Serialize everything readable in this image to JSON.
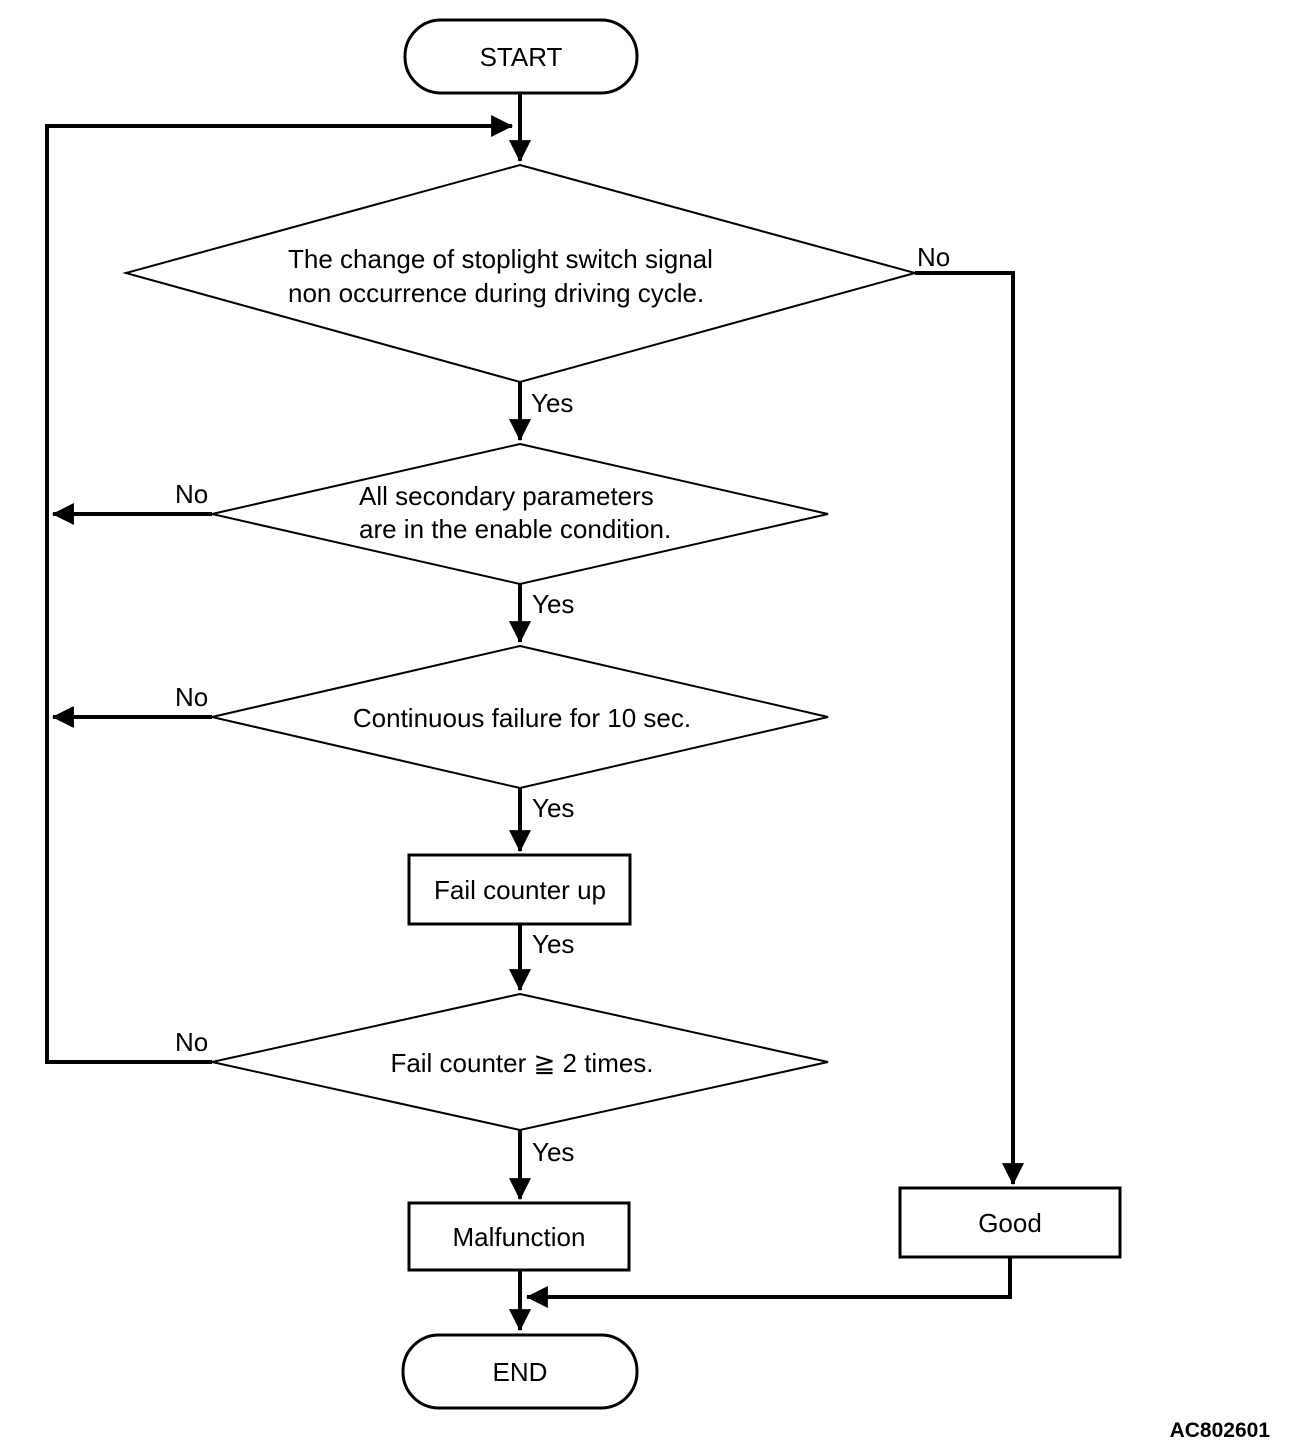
{
  "figure": {
    "code": "AC802601"
  },
  "colors": {
    "line": "#000000",
    "background": "#ffffff",
    "text": "#000000"
  },
  "nodes": {
    "start": {
      "label": "START"
    },
    "decision1": {
      "lines": [
        "The change of stoplight switch signal",
        "non occurrence during driving cycle."
      ]
    },
    "decision2": {
      "lines": [
        "All secondary parameters",
        "are in the enable condition."
      ]
    },
    "decision3": {
      "label": "Continuous failure for 10 sec."
    },
    "fail_counter_up": {
      "label": "Fail counter up"
    },
    "decision4": {
      "label": "Fail counter ≧ 2 times."
    },
    "malfunction": {
      "label": "Malfunction"
    },
    "good": {
      "label": "Good"
    },
    "end": {
      "label": "END"
    }
  },
  "edge_labels": {
    "decision1_yes": "Yes",
    "decision1_no": "No",
    "decision2_yes": "Yes",
    "decision2_no": "No",
    "decision3_yes": "Yes",
    "decision3_no": "No",
    "fail_counter_out": "Yes",
    "decision4_yes": "Yes",
    "decision4_no": "No"
  }
}
